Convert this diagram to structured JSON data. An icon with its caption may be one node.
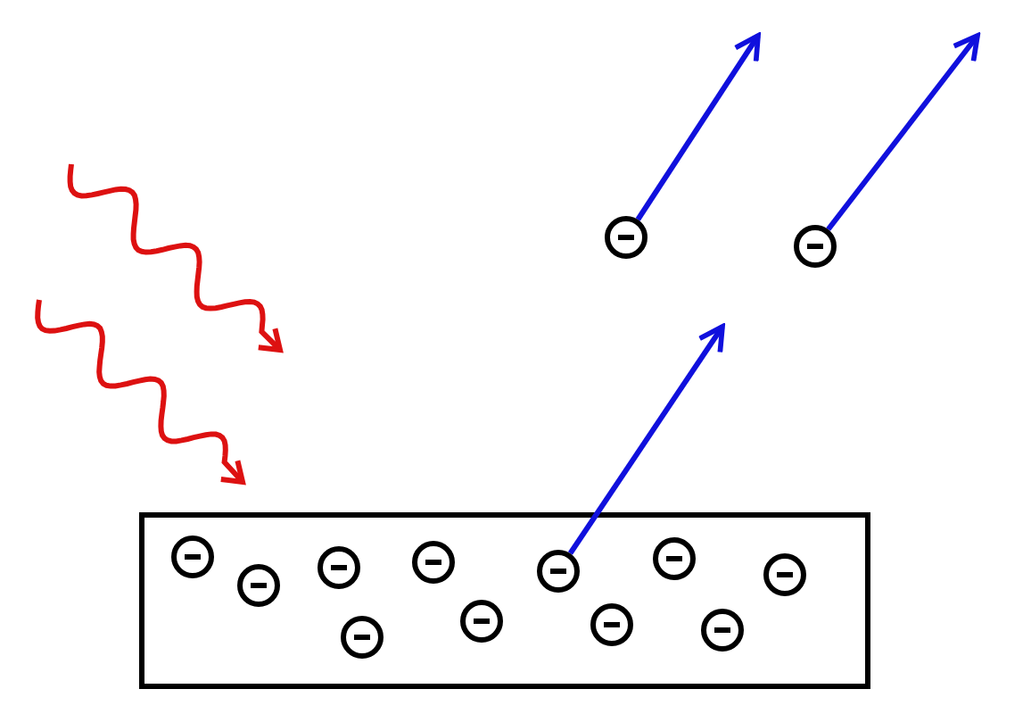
{
  "diagram": {
    "nodes": [
      {
        "text": [],
        "shape": "box"
      },
      {
        "text": [],
        "shape": "circle",
        "in": 0
      },
      {
        "text": [],
        "shape": "circle",
        "in": 0
      },
      {
        "text": [],
        "shape": "circle",
        "in": 0
      },
      {
        "text": [],
        "shape": "circle",
        "in": 0
      },
      {
        "text": [],
        "shape": "circle",
        "in": 0
      },
      {
        "text": [],
        "shape": "circle",
        "in": 0
      },
      {
        "text": [],
        "shape": "circle",
        "in": 0
      },
      {
        "text": [],
        "shape": "circle",
        "in": 0
      },
      {
        "text": [],
        "shape": "circle",
        "in": 0
      },
      {
        "text": [],
        "shape": "circle",
        "in": 0
      },
      {
        "text": [],
        "shape": "circle",
        "in": 0
      },
      {
        "text": [],
        "shape": "circle"
      },
      {
        "text": [],
        "shape": "circle"
      }
    ],
    "edges": [
      {
        "from": 7,
        "to": null,
        "arrow": "to"
      },
      {
        "from": 12,
        "to": null,
        "arrow": "to"
      },
      {
        "from": 13,
        "to": null,
        "arrow": "to"
      }
    ]
  }
}
